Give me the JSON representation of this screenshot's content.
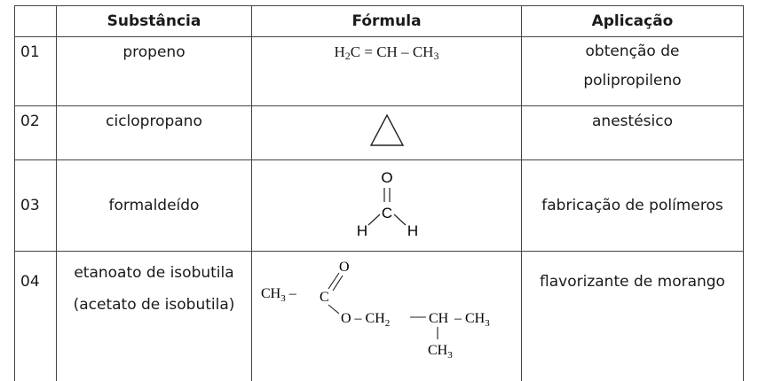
{
  "headers": {
    "col_num": "",
    "col_substancia": "Substância",
    "col_formula": "Fórmula",
    "col_aplicacao": "Aplicação"
  },
  "rows": [
    {
      "num": "01",
      "substancia": "propeno",
      "formula": {
        "h2c": "H",
        "h2c_sub": "2",
        "h2c_c": "C = CH – CH",
        "ch3_sub": "3"
      },
      "aplicacao_line1": "obtenção de",
      "aplicacao_line2": "polipropileno"
    },
    {
      "num": "02",
      "substancia": "ciclopropano",
      "formula_icon": "triangle-cyclopropane-icon",
      "aplicacao": "anestésico"
    },
    {
      "num": "03",
      "substancia": "formaldeído",
      "formula": {
        "o": "O",
        "c": "C",
        "h_left": "H",
        "h_right": "H"
      },
      "aplicacao": "fabricação de polímeros"
    },
    {
      "num": "04",
      "substancia_line1": "etanoato de isobutila",
      "substancia_line2": "(acetato de isobutila)",
      "formula": {
        "o_top": "O",
        "ch3_left": "CH",
        "ch3_left_sub": "3",
        "dash1": "–",
        "c": "C",
        "o_ester": "O – CH",
        "ch2_sub": "2",
        "ch": "CH",
        "dash3": "– CH",
        "ch3_right_sub": "3",
        "ch3_bottom": "CH",
        "ch3_bottom_sub": "3"
      },
      "aplicacao": "flavorizante de morango"
    }
  ]
}
